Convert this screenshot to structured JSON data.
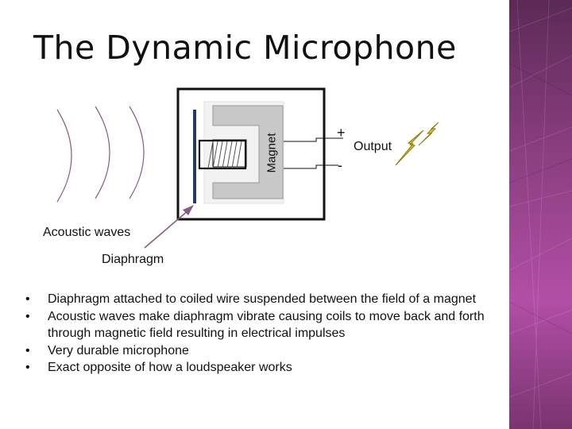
{
  "slide": {
    "title": "The Dynamic Microphone",
    "diagram": {
      "magnet_label": "Magnet",
      "plus_label": "+",
      "minus_label": "-",
      "output_label": "Output",
      "acoustic_label": "Acoustic waves",
      "diaphragm_label": "Diaphragm"
    },
    "bullets": [
      "Diaphragm attached to coiled wire suspended between the field of a magnet",
      "Acoustic waves make diaphragm vibrate causing coils to move back and forth through magnetic field resulting in electrical impulses",
      "Very durable microphone",
      "Exact opposite of how a loudspeaker works"
    ],
    "bullet_symbol": "•",
    "colors": {
      "wave": "#8a5a86",
      "diaphragm": "#1f3a6b",
      "arrow": "#8a5a86",
      "bolt": "#d8c21a",
      "sidebar": "#8a3e7f"
    },
    "icons": [
      "lightning-bolt-icon"
    ]
  }
}
